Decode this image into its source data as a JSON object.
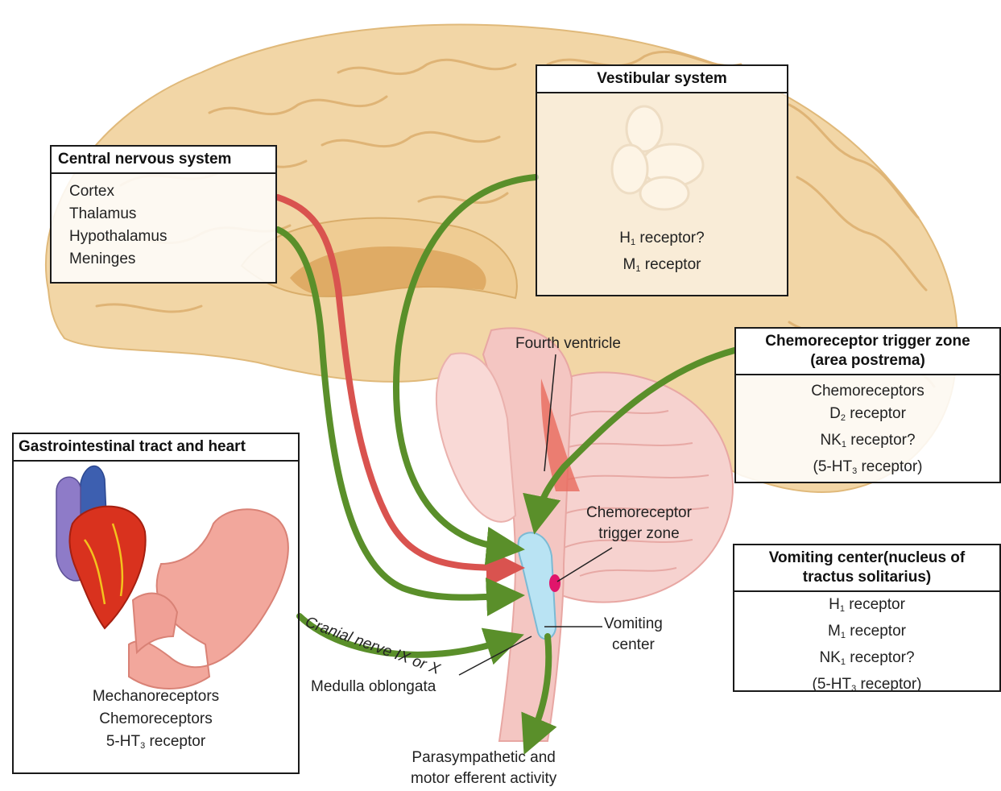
{
  "colors": {
    "green_arrow": "#5a8f2a",
    "red_arrow": "#d9534f",
    "brain": "#f2d6a6",
    "brainstem": "#f4c6c2",
    "vomiting_center": "#b9e3f3",
    "ctz": "#e0156b"
  },
  "cns_box": {
    "title": "Central nervous system",
    "items": [
      "Cortex",
      "Thalamus",
      "Hypothalamus",
      "Meninges"
    ]
  },
  "vestibular_box": {
    "title": "Vestibular system",
    "items": [
      "H1 receptor?",
      "M1 receptor"
    ]
  },
  "ctz_box": {
    "title_line1": "Chemoreceptor trigger zone",
    "title_line2": "(area postrema)",
    "items": [
      "Chemoreceptors",
      "D2 receptor",
      "NK1 receptor?",
      "(5-HT3 receptor)"
    ]
  },
  "gi_box": {
    "title": "Gastrointestinal tract and heart",
    "items": [
      "Mechanoreceptors",
      "Chemoreceptors",
      "5-HT3 receptor"
    ]
  },
  "vc_box": {
    "title_line1": "Vomiting center(nucleus of",
    "title_line2": "tractus solitarius)",
    "items": [
      "H1 receptor",
      "M1 receptor",
      "NK1 receptor?",
      "(5-HT3 receptor)"
    ]
  },
  "labels": {
    "fourth_ventricle": "Fourth ventricle",
    "ctz_line1": "Chemoreceptor",
    "ctz_line2": "trigger zone",
    "vomiting_center_line1": "Vomiting",
    "vomiting_center_line2": "center",
    "medulla": "Medulla oblongata",
    "cranial_nerve": "Cranial nerve IX or X",
    "output_line1": "Parasympathetic and",
    "output_line2": "motor efferent activity"
  },
  "icons": {
    "heart": "heart-icon",
    "stomach": "stomach-icon",
    "inner_ear": "inner-ear-icon"
  }
}
